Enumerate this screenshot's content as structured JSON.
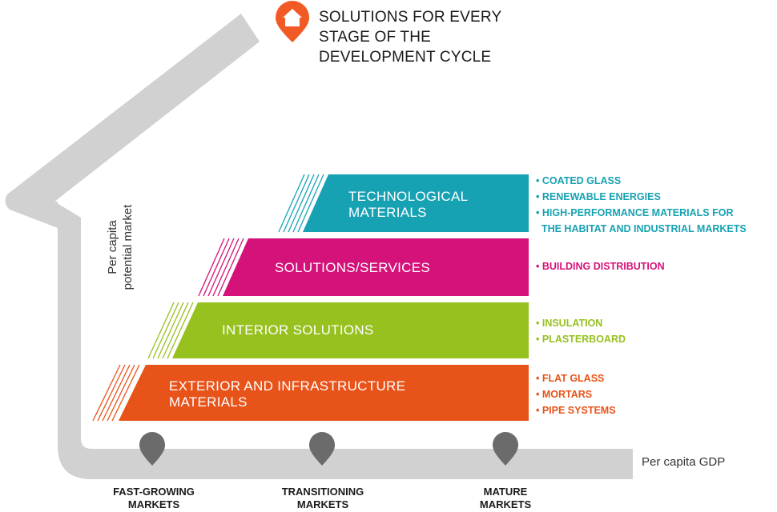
{
  "title": {
    "lines": [
      "SOLUTIONS FOR EVERY",
      "STAGE OF THE",
      "DEVELOPMENT CYCLE"
    ]
  },
  "icons": {
    "title_marker": "house-location-pin-icon",
    "market_marker": "location-pin-icon"
  },
  "axes": {
    "y_label_lines": [
      "Per capita",
      "potential market"
    ],
    "x_label": "Per capita GDP"
  },
  "markets": [
    {
      "lines": [
        "FAST-GROWING",
        "MARKETS"
      ]
    },
    {
      "lines": [
        "TRANSITIONING",
        "MARKETS"
      ]
    },
    {
      "lines": [
        "MATURE",
        "MARKETS"
      ]
    }
  ],
  "bands": [
    {
      "label_lines": [
        "TECHNOLOGICAL",
        "MATERIALS"
      ],
      "color": "#17a2b3",
      "bullets": [
        "• COATED GLASS",
        "• RENEWABLE ENERGIES",
        "• HIGH-PERFORMANCE MATERIALS FOR",
        "  THE HABITAT AND INDUSTRIAL MARKETS"
      ]
    },
    {
      "label_lines": [
        "SOLUTIONS/SERVICES"
      ],
      "color": "#d4127a",
      "bullets": [
        "• BUILDING DISTRIBUTION"
      ]
    },
    {
      "label_lines": [
        "INTERIOR SOLUTIONS"
      ],
      "color": "#96c11f",
      "bullets": [
        "• INSULATION",
        "• PLASTERBOARD"
      ]
    },
    {
      "label_lines": [
        "EXTERIOR AND INFRASTRUCTURE",
        "MATERIALS"
      ],
      "color": "#e8531a",
      "bullets": [
        "• FLAT GLASS",
        "• MORTARS",
        "• PIPE SYSTEMS"
      ]
    }
  ],
  "colors": {
    "house_outline": "#d1d1d1",
    "marker_gray": "#6b6b6b",
    "title_marker": "#f15a24",
    "text_dark": "#1a1a1a"
  }
}
